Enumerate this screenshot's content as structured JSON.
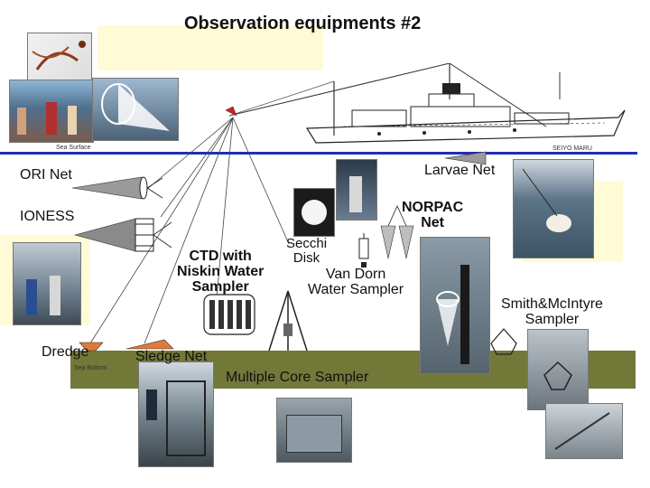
{
  "title": "Observation equipments #2",
  "ship_name": "SEIYO MARU",
  "labels": {
    "sea_surface": "Sea Surface",
    "sea_bottom": "Sea Bottom",
    "ori_net": "ORI Net",
    "ioness": "IONESS",
    "larvae_net": "Larvae Net",
    "norpac_line1": "NORPAC",
    "norpac_line2": "Net",
    "secchi_line1": "Secchi",
    "secchi_line2": "Disk",
    "ctd_line1": "CTD with",
    "ctd_line2": "Niskin Water",
    "ctd_line3": "Sampler",
    "vandorn_line1": "Van Dorn",
    "vandorn_line2": "Water Sampler",
    "smith_line1": "Smith&McIntyre",
    "smith_line2": "Sampler",
    "dredge": "Dredge",
    "sledge_net": "Sledge Net",
    "multiple_core": "Multiple Core Sampler"
  },
  "colors": {
    "sea_surface_line": "#1f2fb5",
    "sea_bottom": "#727838",
    "highlight": "#fffbd6",
    "net_fill": "#9a9a9a",
    "sledge_fill": "#e07a3a",
    "dredge_fill": "#e07a3a"
  }
}
